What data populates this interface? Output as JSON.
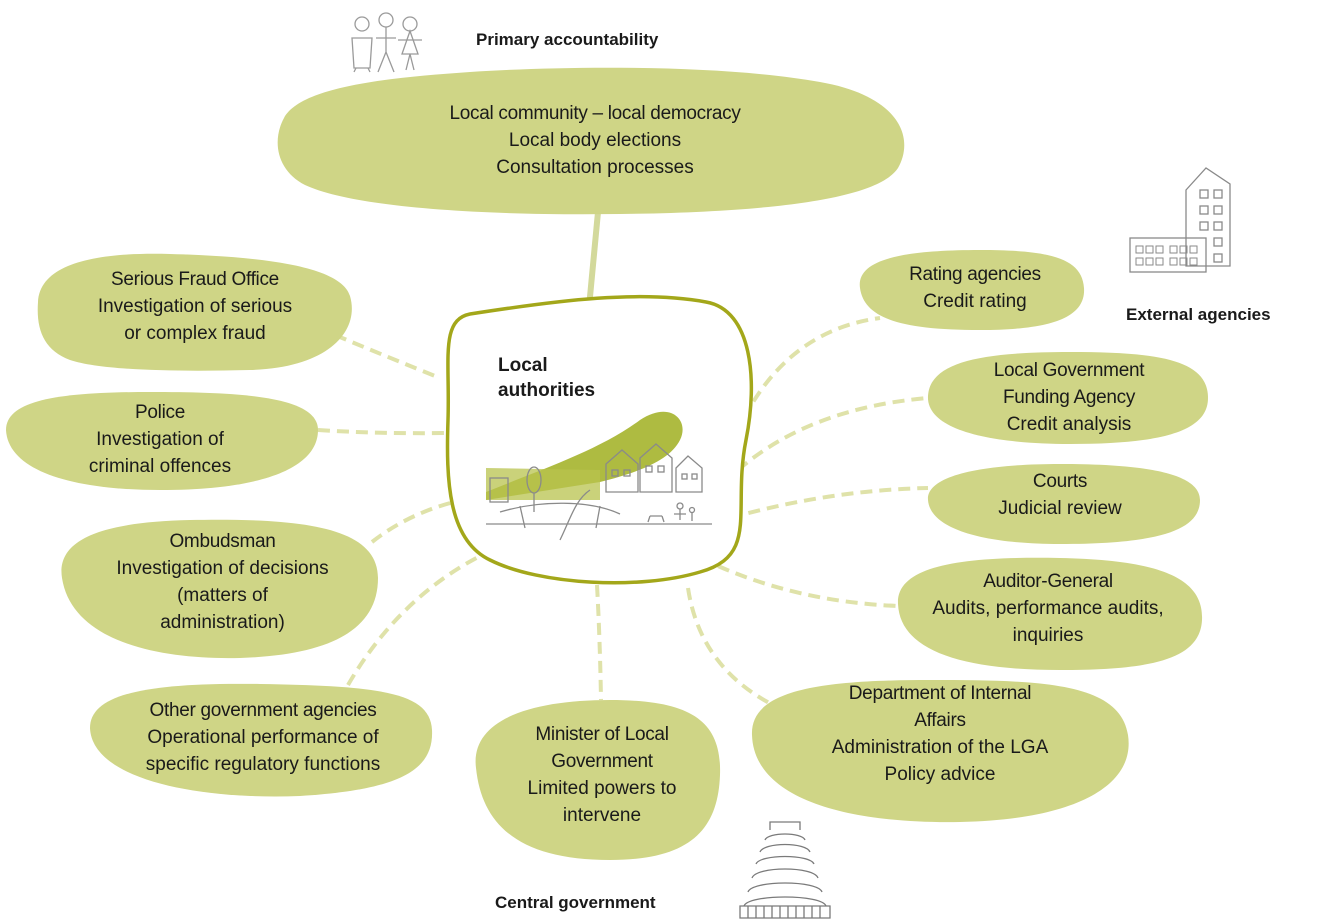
{
  "colors": {
    "blob_fill": "#cfd586",
    "connector_solid": "#d3d99b",
    "connector_dashed": "#dfe2a9",
    "center_outline": "#a3a71a"
  },
  "labels": {
    "primary": "Primary accountability",
    "external": "External agencies",
    "central": "Central government"
  },
  "center": {
    "line1": "Local",
    "line2": "authorities"
  },
  "nodes": {
    "community": {
      "title": "Local community – local democracy",
      "lines": [
        "Local body elections",
        "Consultation processes"
      ]
    },
    "sfo": {
      "title": "Serious Fraud Office",
      "lines": [
        "Investigation of serious",
        "or complex fraud"
      ]
    },
    "police": {
      "title": "Police",
      "lines": [
        "Investigation of",
        "criminal offences"
      ]
    },
    "ombudsman": {
      "title": "Ombudsman",
      "lines": [
        "Investigation of decisions",
        "(matters  of",
        "administration)"
      ]
    },
    "other": {
      "title": "Other government agencies",
      "lines": [
        "Operational  performance of",
        "specific regulatory functions"
      ]
    },
    "minister": {
      "title_lines": [
        "Minister of Local",
        "Government"
      ],
      "lines": [
        "Limited powers to",
        "intervene"
      ]
    },
    "dia": {
      "title_lines": [
        "Department of Internal",
        "Affairs"
      ],
      "lines": [
        "Administration of the LGA",
        "Policy advice"
      ]
    },
    "auditor": {
      "title": "Auditor-General",
      "lines": [
        "Audits, performance audits,",
        "inquiries"
      ]
    },
    "courts": {
      "title": "Courts",
      "lines": [
        "Judicial review"
      ]
    },
    "lgfa": {
      "title_lines": [
        "Local Government",
        "Funding Agency"
      ],
      "lines": [
        "Credit analysis"
      ]
    },
    "rating": {
      "title": "Rating agencies",
      "lines": [
        "Credit rating"
      ]
    }
  },
  "icons": {
    "people": "people-sketch-icon",
    "buildings": "buildings-sketch-icon",
    "beehive": "beehive-sketch-icon",
    "town": "town-illustration-icon"
  }
}
